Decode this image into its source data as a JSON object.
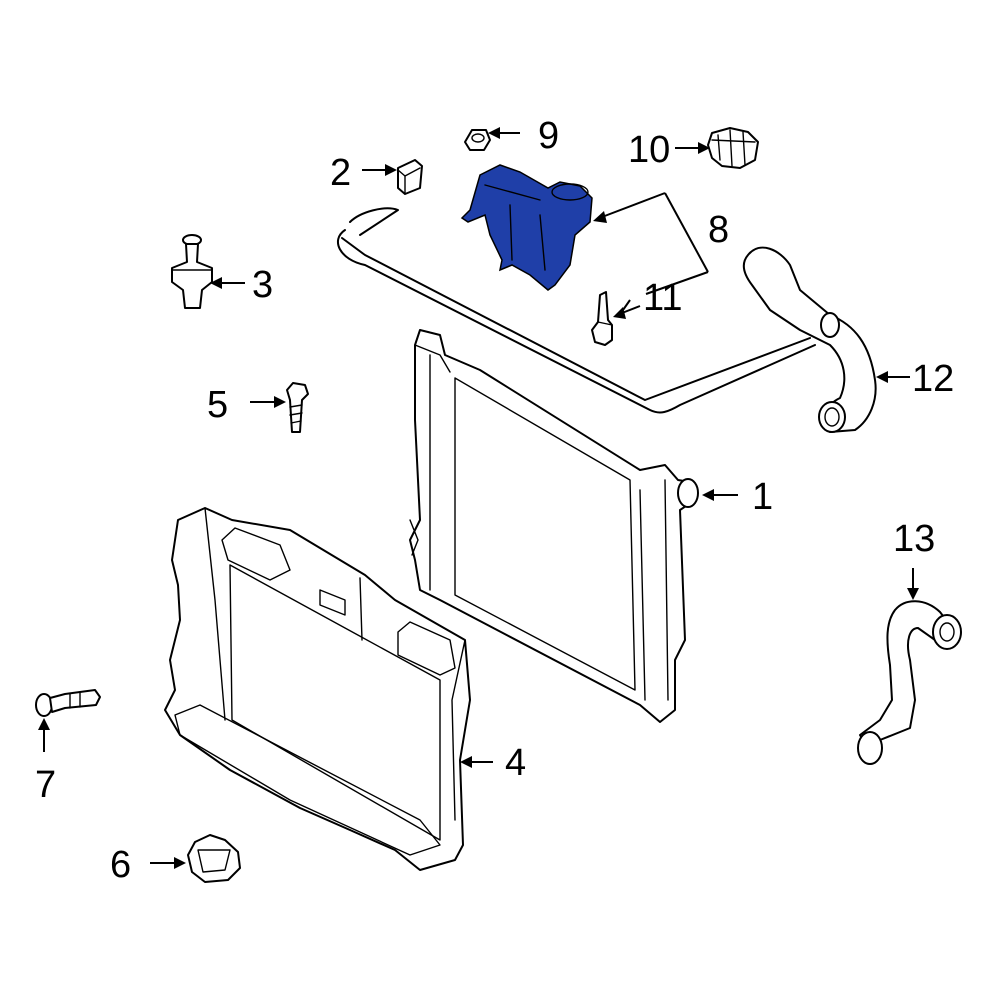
{
  "highlight_color": "#1f3fa8",
  "callouts": {
    "c1": "1",
    "c2": "2",
    "c3": "3",
    "c4": "4",
    "c5": "5",
    "c6": "6",
    "c7": "7",
    "c8": "8",
    "c9": "9",
    "c10": "10",
    "c11": "11",
    "c12": "12",
    "c13": "13"
  }
}
